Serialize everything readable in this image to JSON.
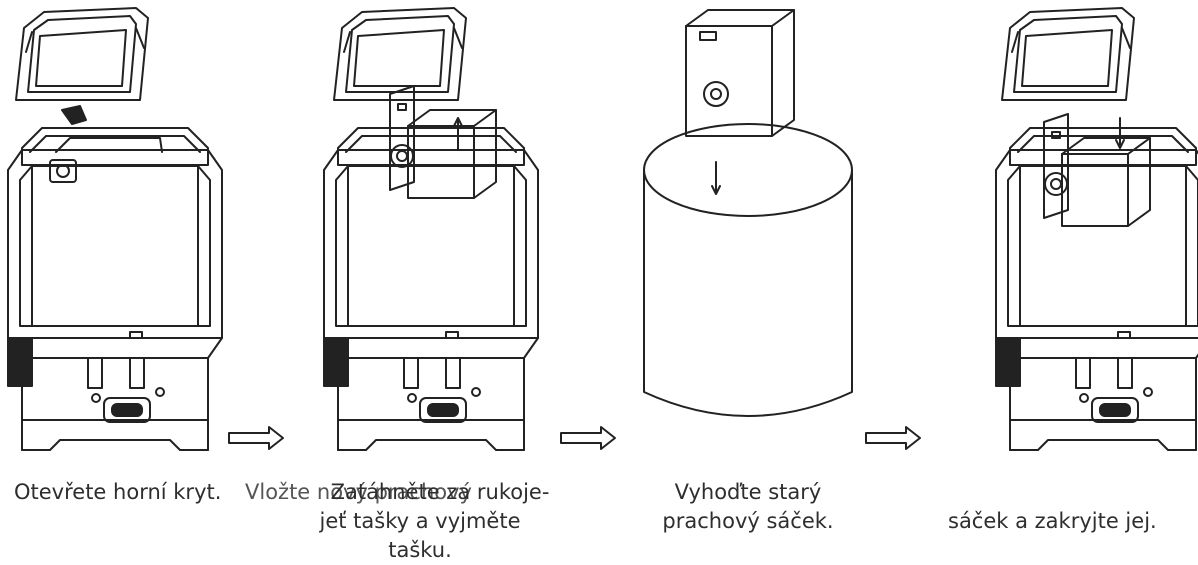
{
  "steps": [
    {
      "icon": "dock-open-lid"
    },
    {
      "icon": "dock-lifting-bag"
    },
    {
      "icon": "bag-over-trash-bin"
    },
    {
      "icon": "dock-inserting-bag"
    }
  ],
  "captions": {
    "step1": "Otevřete horní kryt.",
    "step4_overlap": "Vložte nový prachový",
    "step2_line1": "Zatáhněte za rukoje-",
    "step2_line2": "jeť tašky a vyjměte",
    "step2_line3": "tašku.",
    "step3_line1": "Vyhoďte starý",
    "step3_line2": "prachový sáček.",
    "step4_line2": "sáček a zakryjte jej."
  },
  "arrows": [
    "arrow-right-icon",
    "arrow-right-icon",
    "arrow-right-icon"
  ]
}
